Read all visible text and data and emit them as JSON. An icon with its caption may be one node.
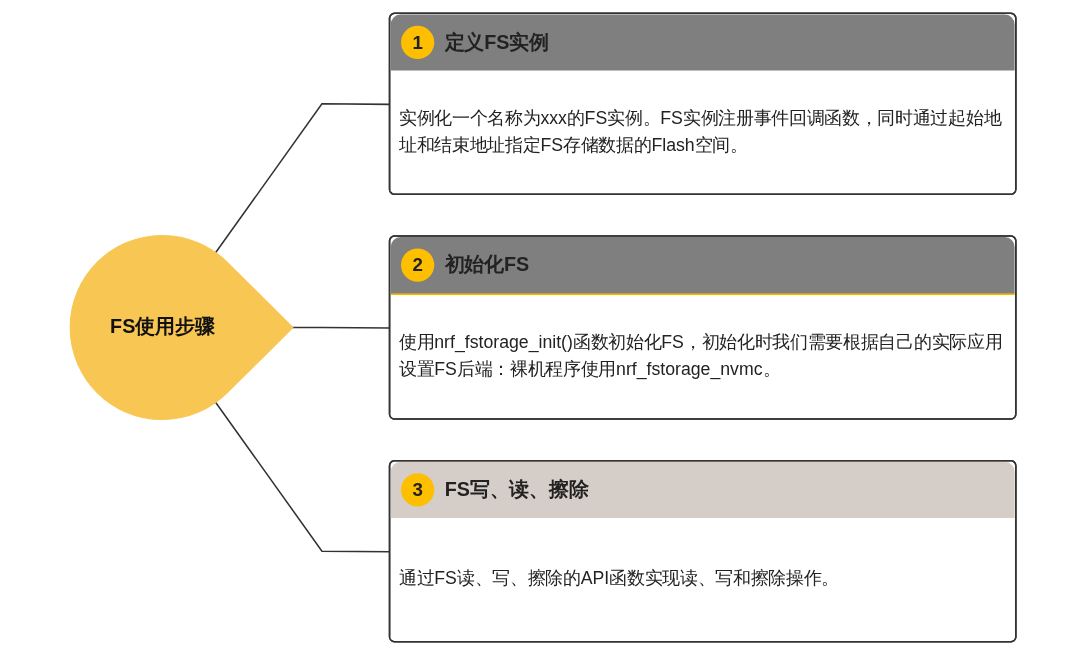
{
  "diagram": {
    "nodes": [
      {
        "text": [
          "FS使用步骤"
        ]
      },
      {
        "text": [
          "1",
          "定义FS实例",
          "实例化一个名称为xxx的FS实例。FS实例注册事件回调函数，同时通过起始地址和结束地址指定FS存储数据的Flash空间。"
        ]
      },
      {
        "text": [
          "2",
          "初始化FS",
          "使用nrf_fstorage_init()函数初始化FS，初始化时我们需要根据自己的实际应用设置FS后端：裸机程序使用nrf_fstorage_nvmc。"
        ]
      },
      {
        "text": [
          "3",
          "FS写、读、擦除",
          "通过FS读、写、擦除的API函数实现读、写和擦除操作。"
        ]
      }
    ],
    "edges": [
      {
        "from": 0,
        "to": 1,
        "arrow": "none"
      },
      {
        "from": 0,
        "to": 2,
        "arrow": "none"
      },
      {
        "from": 0,
        "to": 3,
        "arrow": "none"
      }
    ]
  }
}
